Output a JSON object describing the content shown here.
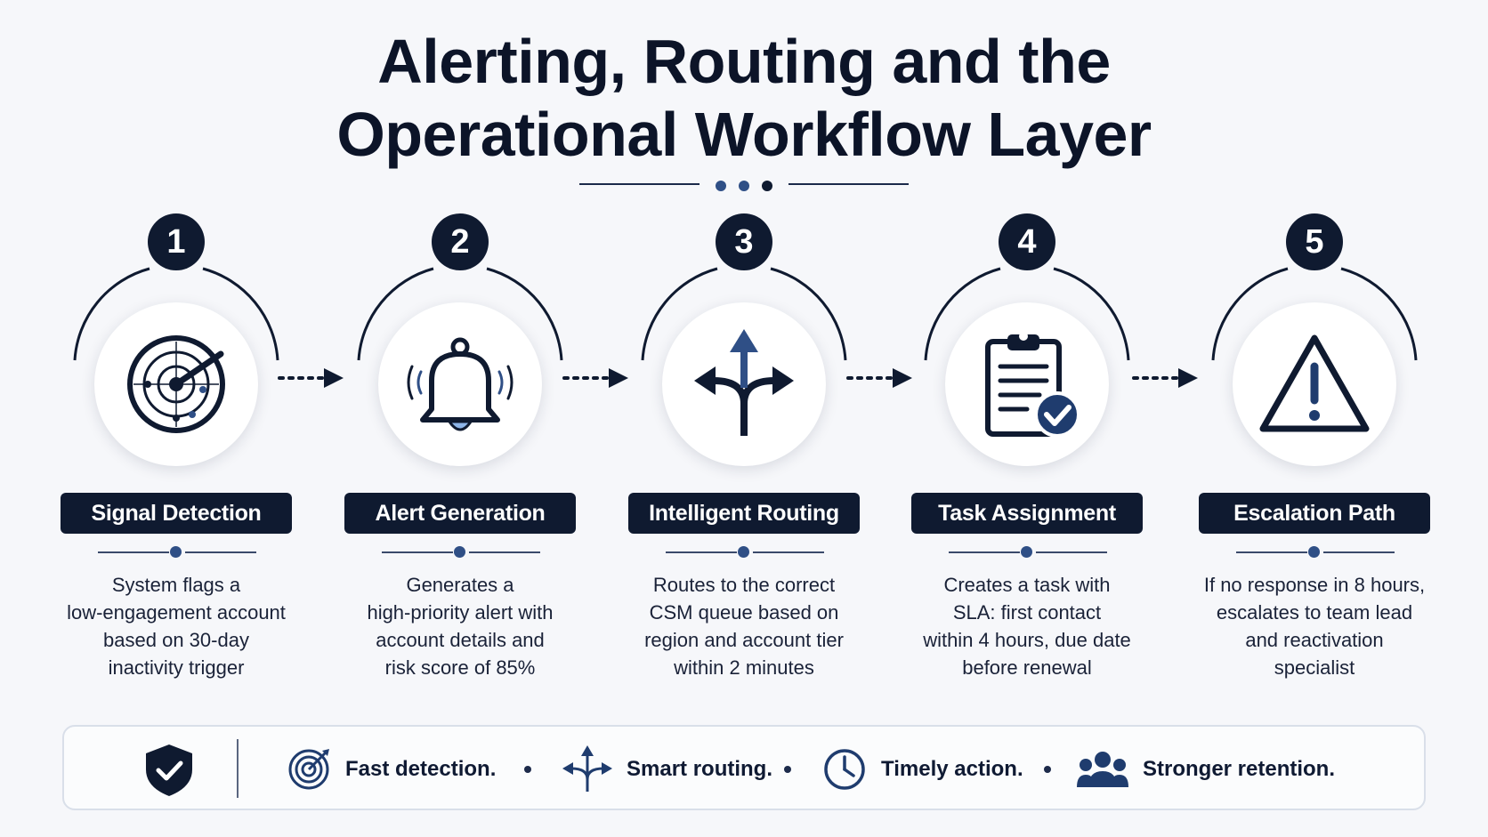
{
  "title": {
    "line1": "Alerting, Routing and the",
    "line2": "Operational Workflow Layer"
  },
  "colors": {
    "navy": "#0f1a30",
    "accent_blue": "#2f4f86",
    "bell_clapper": "#8db4e8",
    "background": "#f6f7fa"
  },
  "steps": [
    {
      "number": "1",
      "label": "Signal Detection",
      "icon": "radar-icon",
      "description": [
        "System flags a",
        "low-engagement account",
        "based on 30-day",
        "inactivity trigger"
      ]
    },
    {
      "number": "2",
      "label": "Alert Generation",
      "icon": "bell-icon",
      "description": [
        "Generates a",
        "high-priority alert with",
        "account details and",
        "risk score of 85%"
      ]
    },
    {
      "number": "3",
      "label": "Intelligent Routing",
      "icon": "routing-arrows-icon",
      "description": [
        "Routes to the correct",
        "CSM queue based on",
        "region and account tier",
        "within 2 minutes"
      ]
    },
    {
      "number": "4",
      "label": "Task Assignment",
      "icon": "clipboard-check-icon",
      "description": [
        "Creates a task with",
        "SLA: first contact",
        "within 4 hours, due date",
        "before renewal"
      ]
    },
    {
      "number": "5",
      "label": "Escalation Path",
      "icon": "warning-triangle-icon",
      "description": [
        "If no response in 8 hours,",
        "escalates to team lead",
        "and reactivation",
        "specialist"
      ]
    }
  ],
  "footer": {
    "badge_icon": "shield-check-icon",
    "items": [
      {
        "icon": "target-icon",
        "text": "Fast detection."
      },
      {
        "icon": "routing-icon",
        "text": "Smart routing."
      },
      {
        "icon": "clock-icon",
        "text": "Timely action."
      },
      {
        "icon": "team-icon",
        "text": "Stronger retention."
      }
    ]
  }
}
